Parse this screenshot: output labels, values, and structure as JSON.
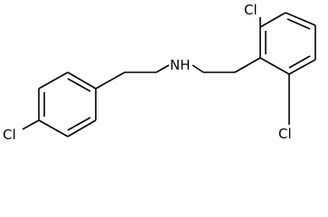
{
  "molecule": {
    "atoms": {
      "cl_para": "Cl",
      "amine": "NH",
      "cl_top": "Cl",
      "cl_bottom": "Cl"
    },
    "colors": {
      "bond": "#000000",
      "text": "#000000",
      "background": "#ffffff"
    }
  }
}
